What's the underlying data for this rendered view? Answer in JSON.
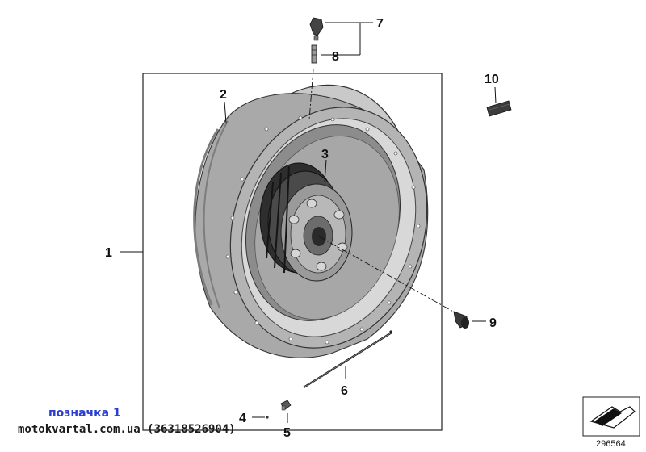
{
  "callouts": [
    "1",
    "2",
    "3",
    "4",
    "5",
    "6",
    "7",
    "8",
    "9",
    "10"
  ],
  "diagram_code": "296564",
  "watermark": {
    "label": "позначка 1",
    "site": "motokvartal.com.ua (36318526904)"
  },
  "colors": {
    "rim": "#a9a9a9",
    "rim_dark": "#7d7d7d",
    "rim_light": "#c9c9c9",
    "hub": "#4a4a4a",
    "line": "#111111",
    "watermark_blue": "#2a3fd0"
  },
  "icons": [
    "wheel-rim-drawing",
    "hub-drawing",
    "valve-icon",
    "bolt-icon",
    "spoke-icon",
    "balance-weight-icon",
    "fold-arrow-icon"
  ]
}
